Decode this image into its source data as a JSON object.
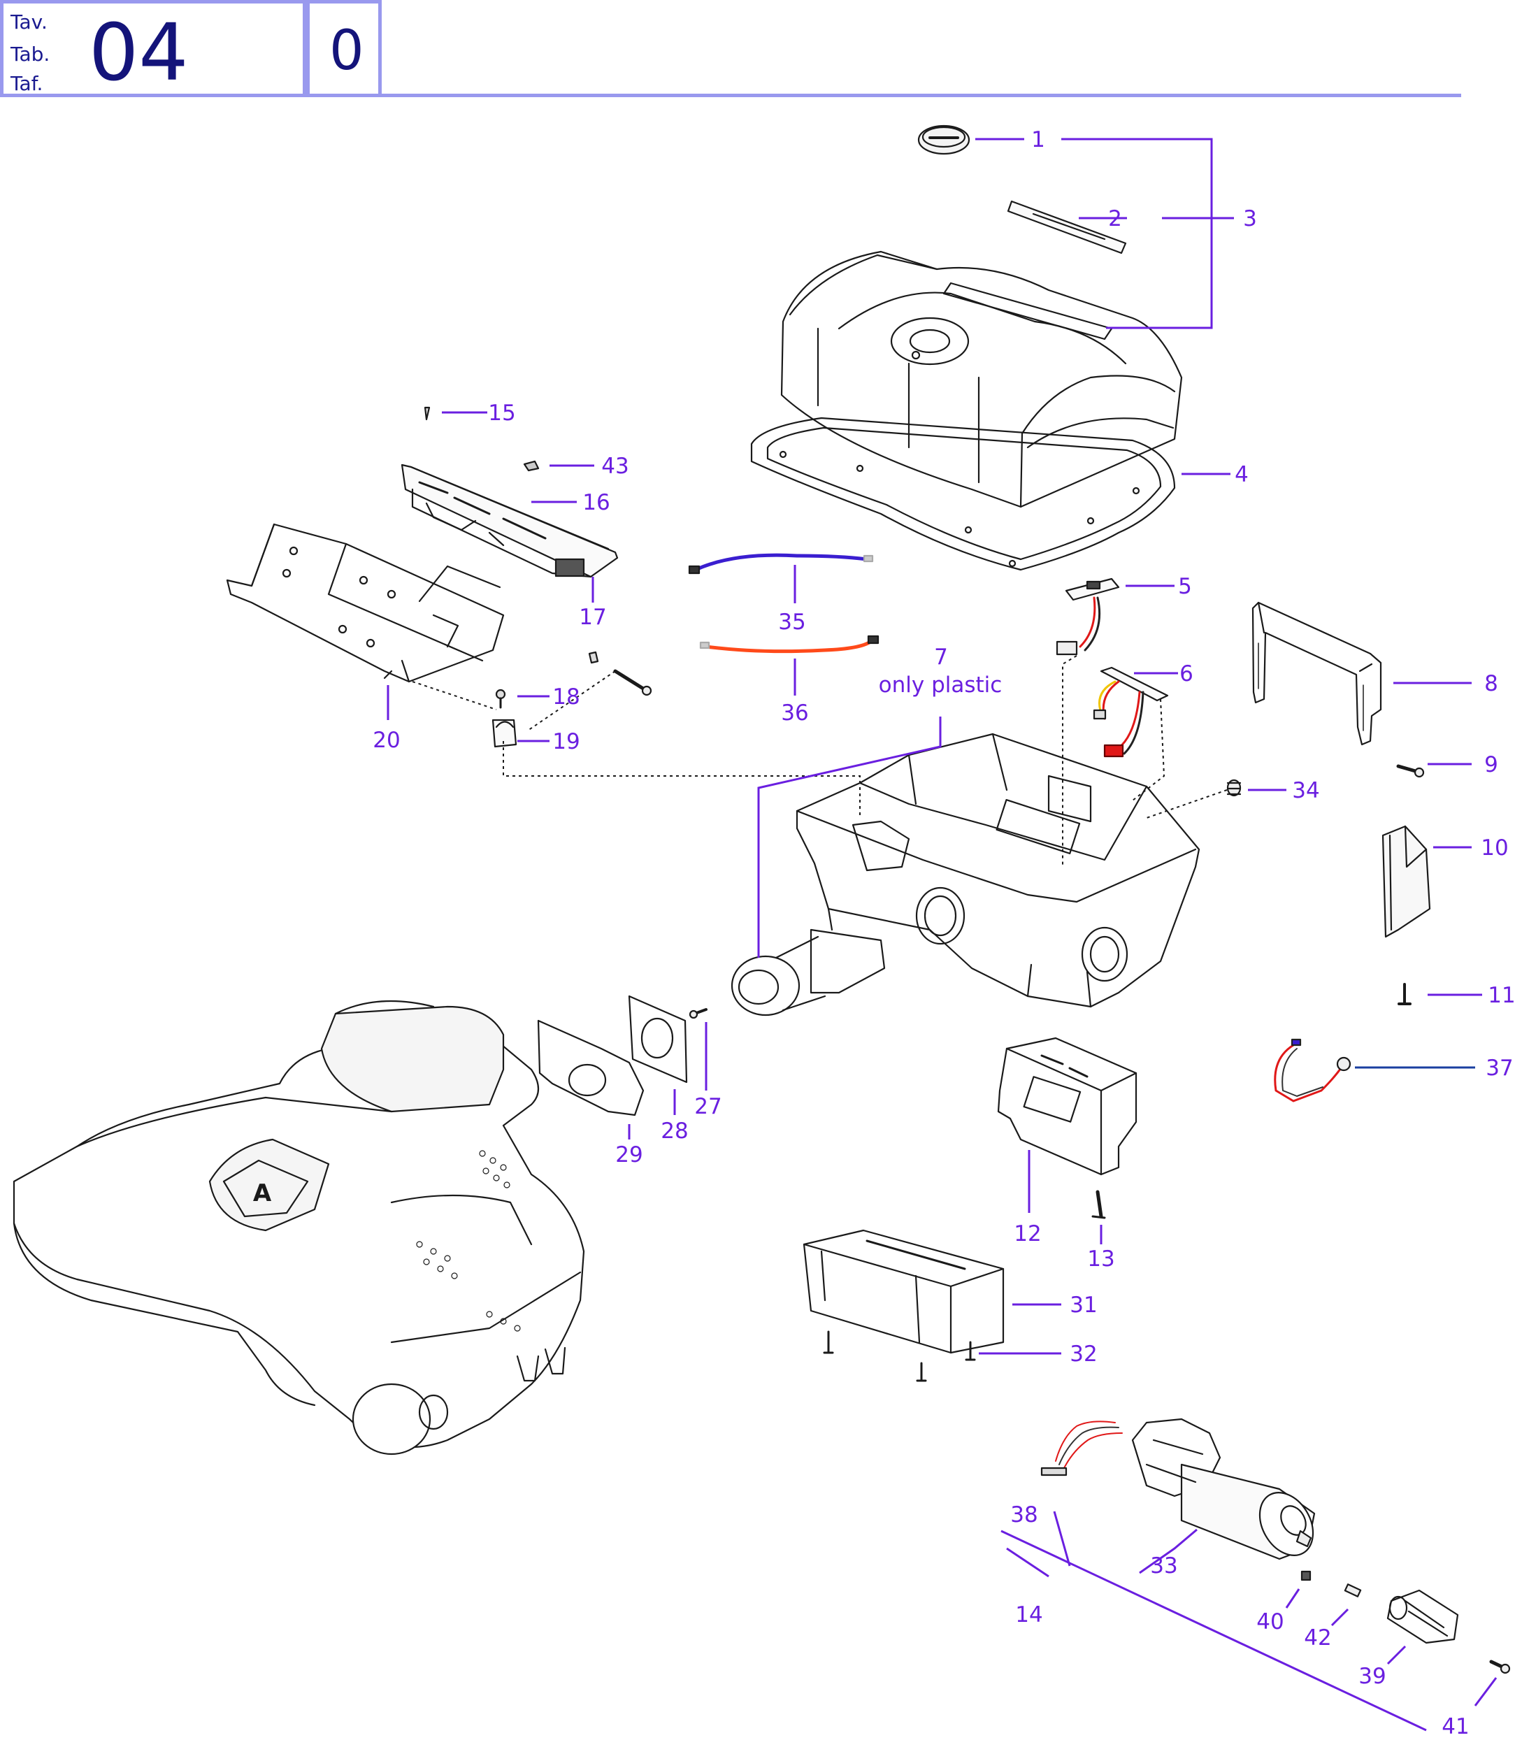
{
  "header": {
    "labels": [
      "Tav.",
      "Tab.",
      "Taf."
    ],
    "table_number": "04",
    "revision": "0"
  },
  "colors": {
    "callout": "#6a1fe0",
    "accent_blue": "#1a1a90",
    "header_border": "#9999ee",
    "line_art": "#1a1a1a",
    "cable_blue": "#3a1ed0",
    "cable_orange": "#ff4a1a",
    "wire_red": "#e01818"
  },
  "callouts": [
    {
      "id": "1",
      "label": "1"
    },
    {
      "id": "2",
      "label": "2"
    },
    {
      "id": "3",
      "label": "3"
    },
    {
      "id": "4",
      "label": "4"
    },
    {
      "id": "5",
      "label": "5"
    },
    {
      "id": "6",
      "label": "6"
    },
    {
      "id": "7",
      "label": "7"
    },
    {
      "id": "7-note",
      "label": "only plastic"
    },
    {
      "id": "8",
      "label": "8"
    },
    {
      "id": "9",
      "label": "9"
    },
    {
      "id": "10",
      "label": "10"
    },
    {
      "id": "11",
      "label": "11"
    },
    {
      "id": "12",
      "label": "12"
    },
    {
      "id": "13",
      "label": "13"
    },
    {
      "id": "14",
      "label": "14"
    },
    {
      "id": "15",
      "label": "15"
    },
    {
      "id": "16",
      "label": "16"
    },
    {
      "id": "17",
      "label": "17"
    },
    {
      "id": "18",
      "label": "18"
    },
    {
      "id": "19",
      "label": "19"
    },
    {
      "id": "20",
      "label": "20"
    },
    {
      "id": "27",
      "label": "27"
    },
    {
      "id": "28",
      "label": "28"
    },
    {
      "id": "29",
      "label": "29"
    },
    {
      "id": "31",
      "label": "31"
    },
    {
      "id": "32",
      "label": "32"
    },
    {
      "id": "33",
      "label": "33"
    },
    {
      "id": "34",
      "label": "34"
    },
    {
      "id": "35",
      "label": "35"
    },
    {
      "id": "36",
      "label": "36"
    },
    {
      "id": "37",
      "label": "37"
    },
    {
      "id": "38",
      "label": "38"
    },
    {
      "id": "39",
      "label": "39"
    },
    {
      "id": "40",
      "label": "40"
    },
    {
      "id": "41",
      "label": "41"
    },
    {
      "id": "42",
      "label": "42"
    },
    {
      "id": "43",
      "label": "43"
    }
  ],
  "mower_badge": "A"
}
